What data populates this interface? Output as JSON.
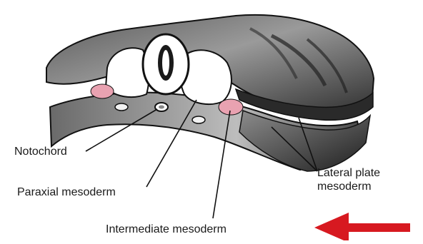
{
  "labels": {
    "notochord": "Notochord",
    "paraxial": "Paraxial mesoderm",
    "intermediate": "Intermediate mesoderm",
    "lateral_line1": "Lateral plate",
    "lateral_line2": "mesoderm"
  },
  "colors": {
    "tissue_dark": "#3a3a3a",
    "tissue_mid": "#7a7a7a",
    "tissue_light": "#c8c8c8",
    "mesoderm_pink": "#e9a2b1",
    "arrow_red": "#d71920",
    "outline": "#111111"
  },
  "icons": {
    "pointer": "red-arrow-left-icon"
  }
}
